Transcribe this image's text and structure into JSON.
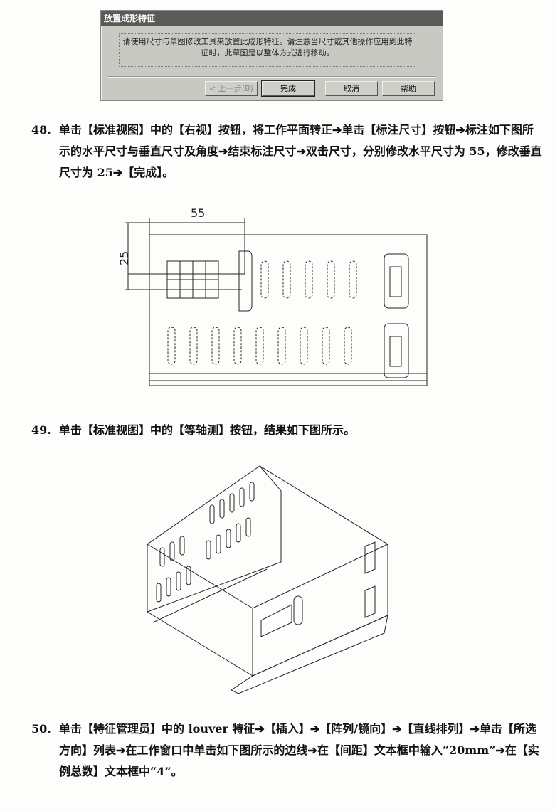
{
  "dialog": {
    "title": "放置成形特征",
    "message": "请使用尺寸与草图修改工具来放置此成形特征。请注意当尺寸或其他操作应用到此特征时，此草图是以整体方式进行移动。",
    "buttons": {
      "back": "< 上一步(B)",
      "finish": "完成",
      "cancel": "取消",
      "help": "帮助"
    }
  },
  "steps": [
    {
      "number": "48.",
      "text": "单击【标准视图】中的【右视】按钮，将工作平面转正➔单击【标注尺寸】按钮➔标注如下图所示的水平尺寸与垂直尺寸及角度➔结束标注尺寸➔双击尺寸，分别修改水平尺寸为 55，修改垂直尺寸为 25➔【完成】。"
    },
    {
      "number": "49.",
      "text": "单击【标准视图】中的【等轴测】按钮，结果如下图所示。"
    },
    {
      "number": "50.",
      "text": "单击【特征管理员】中的 louver 特征➔【插入】➔【阵列/镜向】➔【直线排列】➔单击【所选方向】列表➔在工作窗口中单击如下图所示的边线➔在【间距】文本框中输入“20mm”➔在【实例总数】文本框中“4”。"
    }
  ],
  "figure1": {
    "dim_horizontal": "55",
    "dim_vertical": "25"
  }
}
